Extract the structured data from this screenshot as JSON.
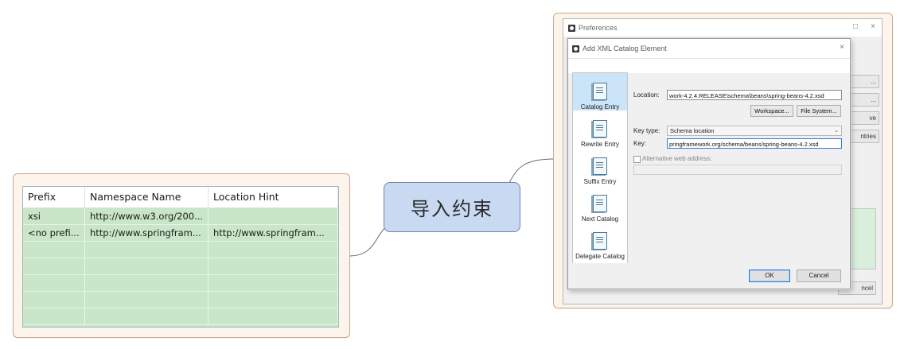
{
  "left_table": {
    "headers": [
      "Prefix",
      "Namespace Name",
      "Location Hint"
    ],
    "rows": [
      [
        "xsi",
        "http://www.w3.org/200...",
        ""
      ],
      [
        "<no prefi...",
        "http://www.springfram...",
        "http://www.springfram..."
      ]
    ]
  },
  "center_node": {
    "label": "导入约束"
  },
  "preferences_window": {
    "title": "Preferences",
    "minimize_glyph": "□",
    "close_glyph": "×",
    "ghost_buttons": [
      "...",
      "...",
      "ve",
      "ntries",
      "ncel"
    ]
  },
  "dialog": {
    "title": "Add XML Catalog Element",
    "close_glyph": "×",
    "categories": [
      {
        "label": "Catalog Entry",
        "mnemonic": "C",
        "selected": true
      },
      {
        "label": "Rewrite Entry",
        "mnemonic": "R",
        "selected": false
      },
      {
        "label": "Suffix Entry",
        "mnemonic": "S",
        "selected": false
      },
      {
        "label": "Next Catalog",
        "mnemonic": "N",
        "selected": false
      },
      {
        "label": "Delegate Catalog",
        "mnemonic": "D",
        "selected": false
      }
    ],
    "location_label": "Location:",
    "location_value": "work-4.2.4.RELEASE\\schema\\beans\\spring-beans-4.2.xsd",
    "workspace_button": "Workspace...",
    "file_system_button": "File System...",
    "key_type_label": "Key type:",
    "key_type_value": "Schema location",
    "key_label": "Key:",
    "key_value": "pringframework.org/schema/beans/spring-beans-4.2.xsd",
    "alt_web_address_label": "Alternative web address:",
    "ok_button": "OK",
    "cancel_button": "Cancel"
  },
  "colors": {
    "card_bg": "#fdf4ec",
    "card_border": "#c9a98a",
    "table_row_green": "#c9e6c9",
    "center_node_bg": "#c9d9f2",
    "selection_blue": "#cce4f7"
  }
}
